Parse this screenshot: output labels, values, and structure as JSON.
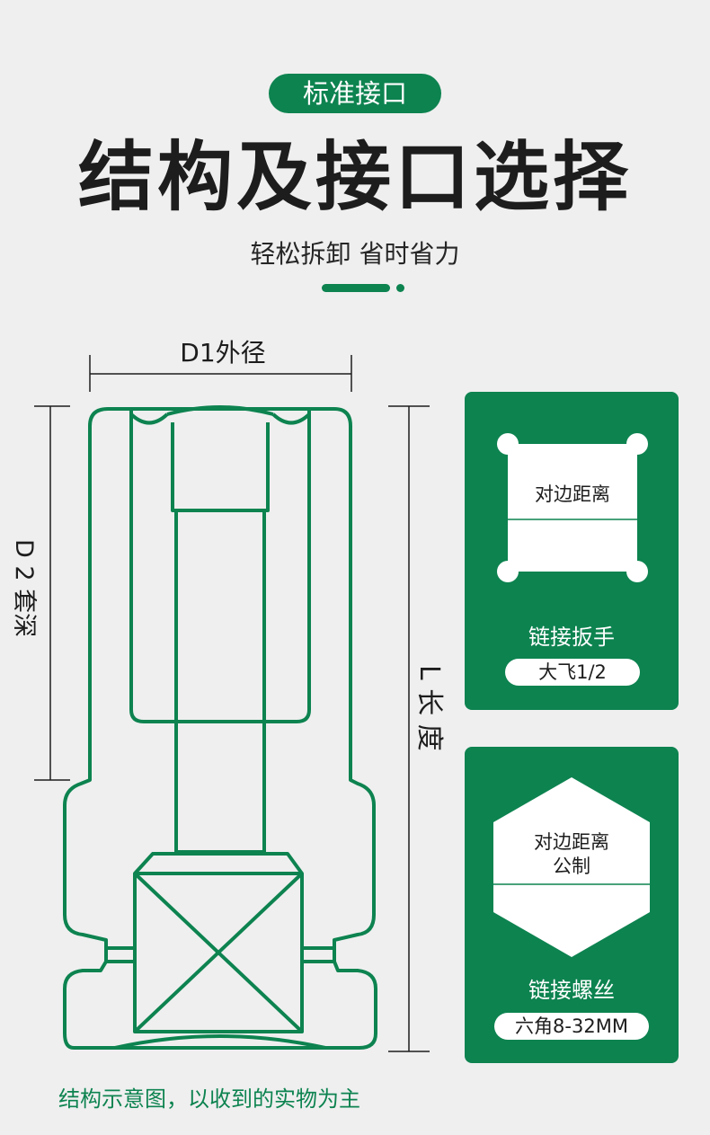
{
  "header": {
    "badge": "标准接口",
    "title": "结构及接口选择",
    "subtitle": "轻松拆卸 省时省力"
  },
  "diagram": {
    "d1_label": "D1外径",
    "d2_label": "D 2 套深",
    "l_label": "L 长 度"
  },
  "cards": [
    {
      "shape_label": "对边距离",
      "caption": "链接扳手",
      "tag": "大飞1/2"
    },
    {
      "shape_label_line1": "对边距离",
      "shape_label_line2": "公制",
      "caption": "链接螺丝",
      "tag": "六角8-32MM"
    }
  ],
  "footer": "结构示意图，以收到的实物为主",
  "colors": {
    "brand_green": "#0d8350",
    "background": "#efefef",
    "text_dark": "#1d1d1d"
  }
}
